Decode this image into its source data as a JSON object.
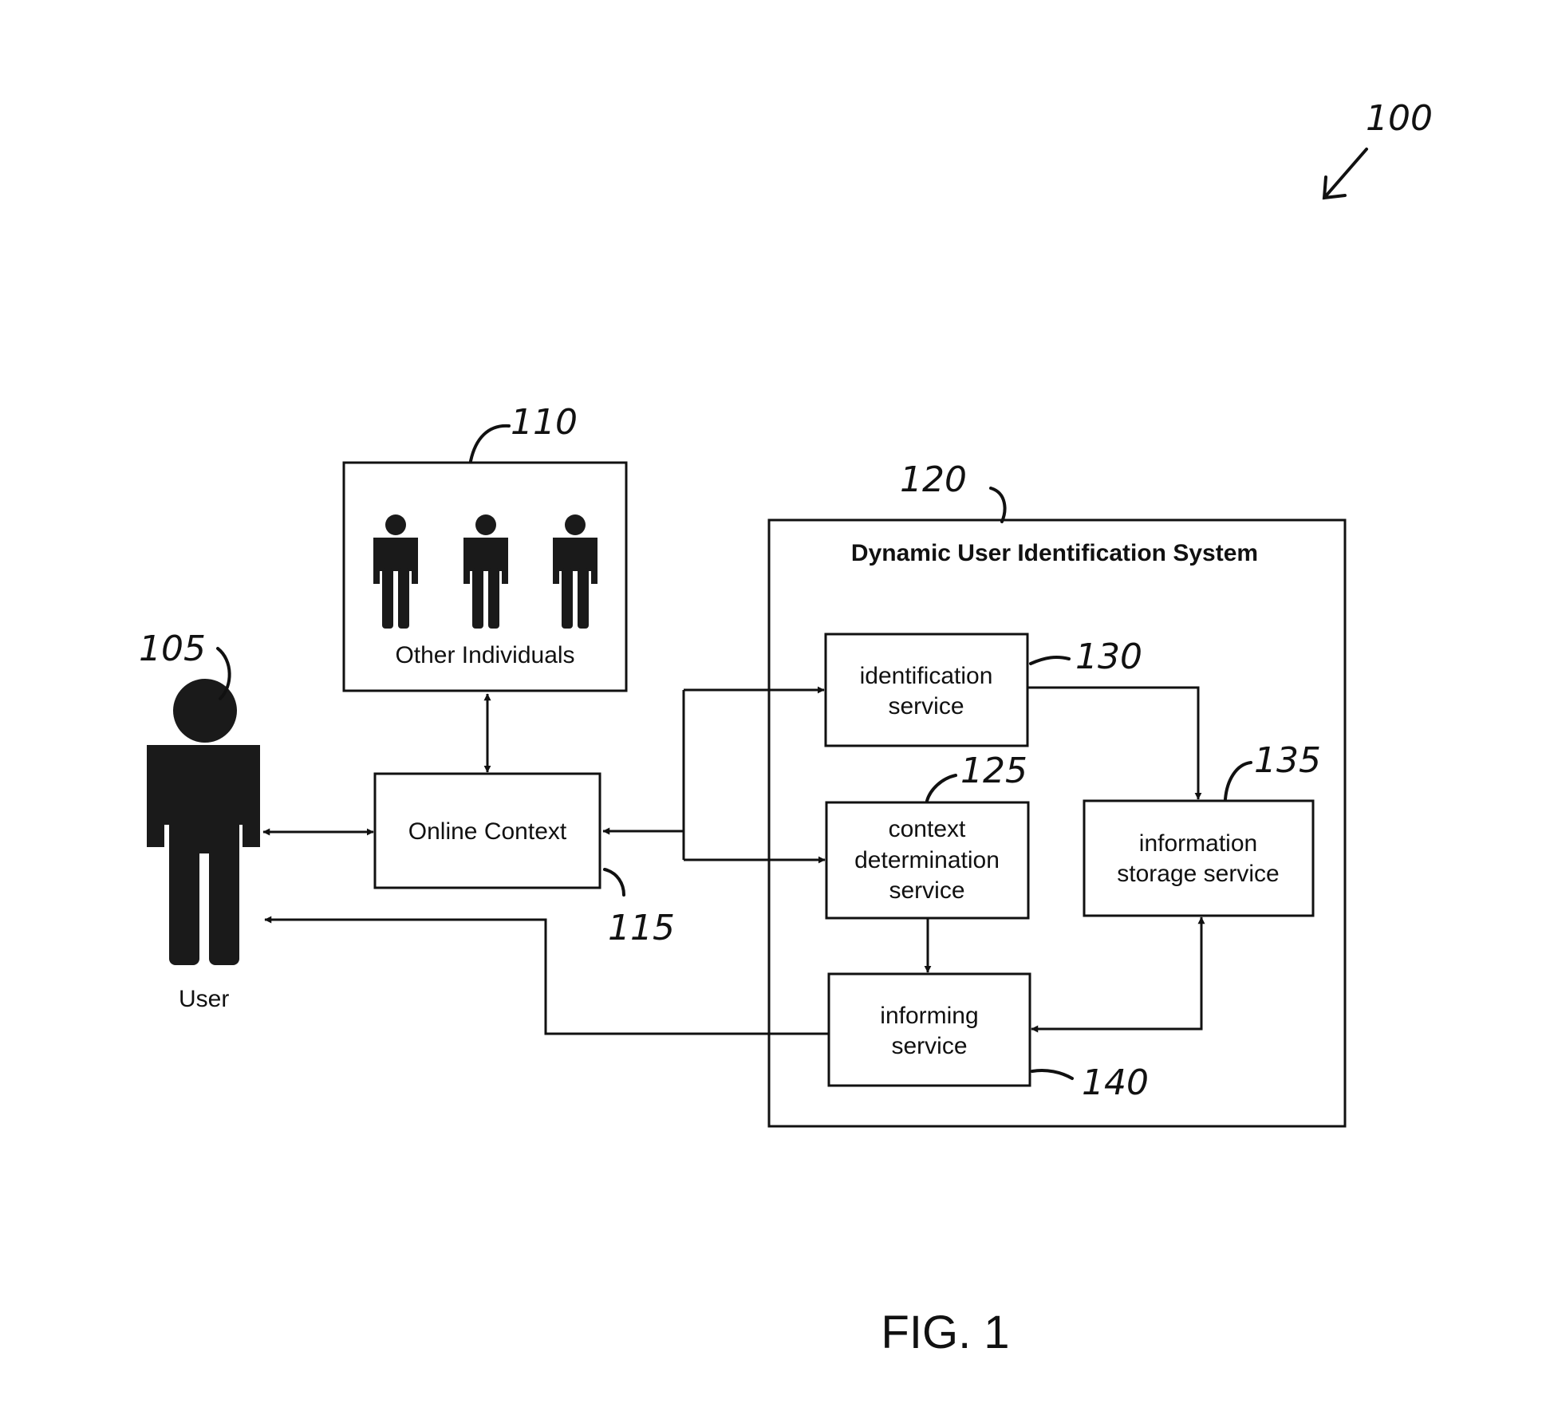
{
  "figure": {
    "ref_main": "100",
    "label": "FIG. 1"
  },
  "user": {
    "label": "User",
    "ref": "105"
  },
  "other_individuals": {
    "label": "Other Individuals",
    "ref": "110"
  },
  "online_context": {
    "label": "Online Context",
    "ref": "115"
  },
  "system": {
    "title": "Dynamic User Identification System",
    "ref": "120"
  },
  "identification_service": {
    "line1": "identification",
    "line2": "service",
    "ref": "130"
  },
  "context_service": {
    "line1": "context",
    "line2": "determination",
    "line3": "service",
    "ref": "125"
  },
  "storage_service": {
    "line1": "information",
    "line2": "storage service",
    "ref": "135"
  },
  "informing_service": {
    "line1": "informing",
    "line2": "service",
    "ref": "140"
  },
  "colors": {
    "ink": "#111111",
    "figure_fill": "#1a1a1a",
    "background": "#ffffff"
  }
}
